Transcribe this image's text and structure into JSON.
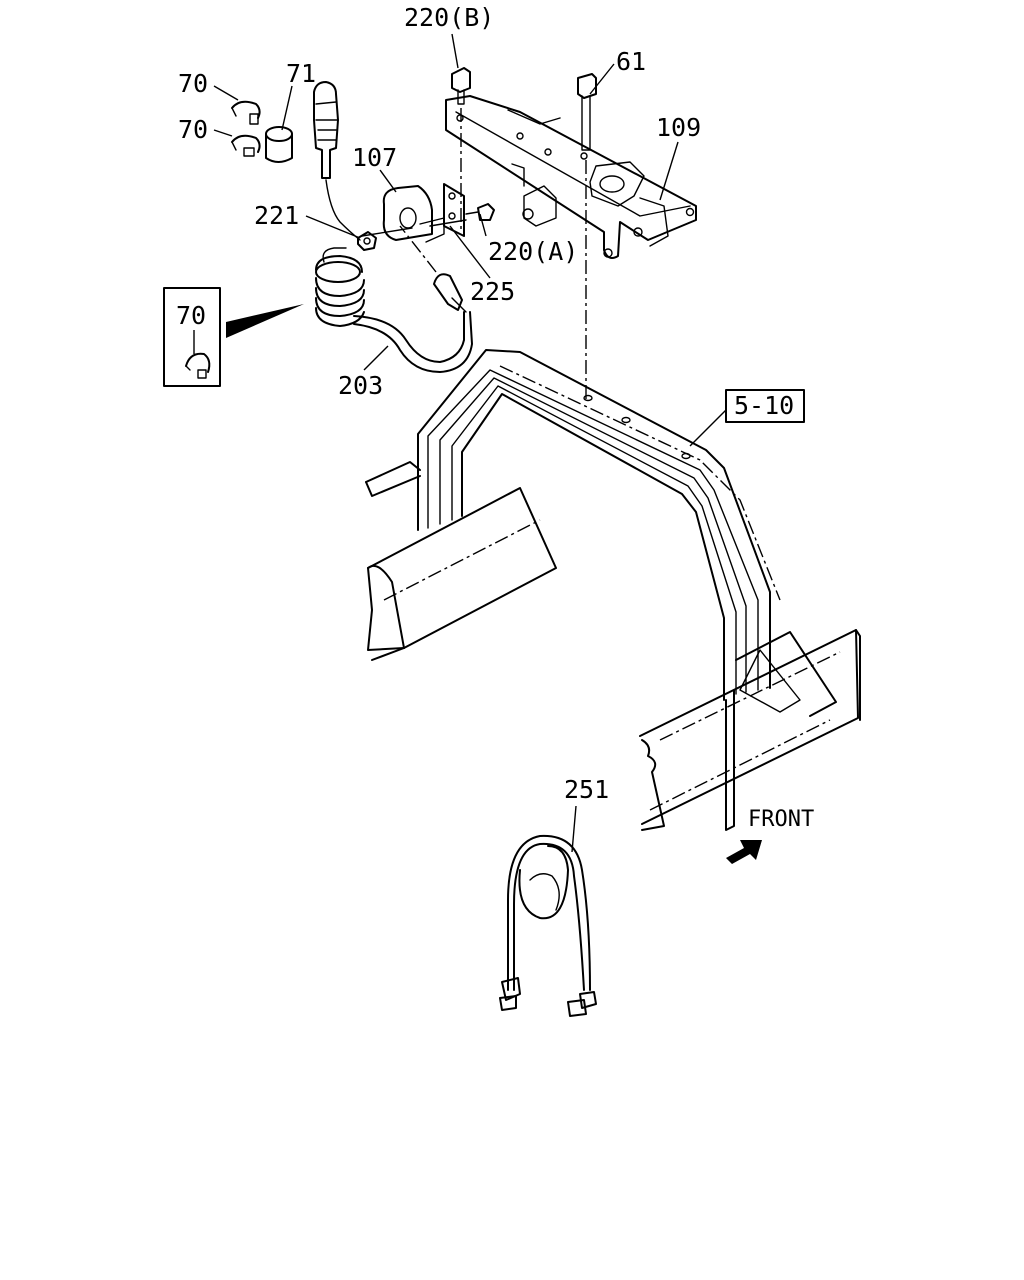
{
  "labels": {
    "p220b": "220(B)",
    "p61": "61",
    "p70a": "70",
    "p70b": "70",
    "p71": "71",
    "p109": "109",
    "p107": "107",
    "p221": "221",
    "p220a": "220(A)",
    "p225": "225",
    "p70inset": "70",
    "p203": "203",
    "p510": "5-10",
    "p251": "251",
    "front": "FRONT"
  }
}
